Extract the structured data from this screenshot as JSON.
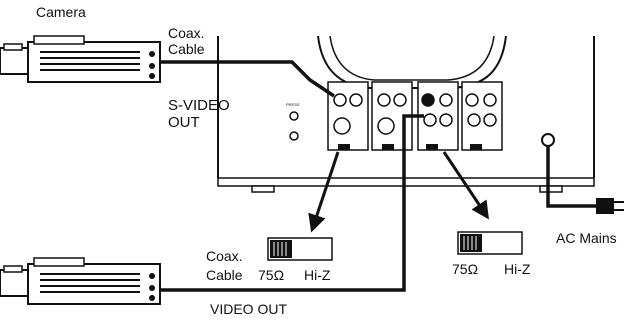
{
  "labels": {
    "camera": "Camera",
    "coax_top_line1": "Coax.",
    "coax_top_line2": "Cable",
    "svideo_out_line1": "S-VIDEO",
    "svideo_out_line2": "OUT",
    "coax_bottom_line1": "Coax.",
    "coax_bottom_line2": "Cable",
    "switch_left_75": "75Ω",
    "switch_left_hiz": "Hi-Z",
    "switch_right_75": "75Ω",
    "switch_right_hiz": "Hi-Z",
    "ac_mains": "AC Mains",
    "video_out": "VIDEO OUT"
  },
  "icons": {
    "camera_top": "camera-icon",
    "camera_bottom": "camera-icon",
    "monitor": "monitor-rear-panel-icon",
    "switch_left": "slide-switch-icon",
    "switch_right": "slide-switch-icon",
    "ac_plug": "power-plug-icon"
  },
  "colors": {
    "ink": "#111111",
    "paper": "#ffffff"
  }
}
